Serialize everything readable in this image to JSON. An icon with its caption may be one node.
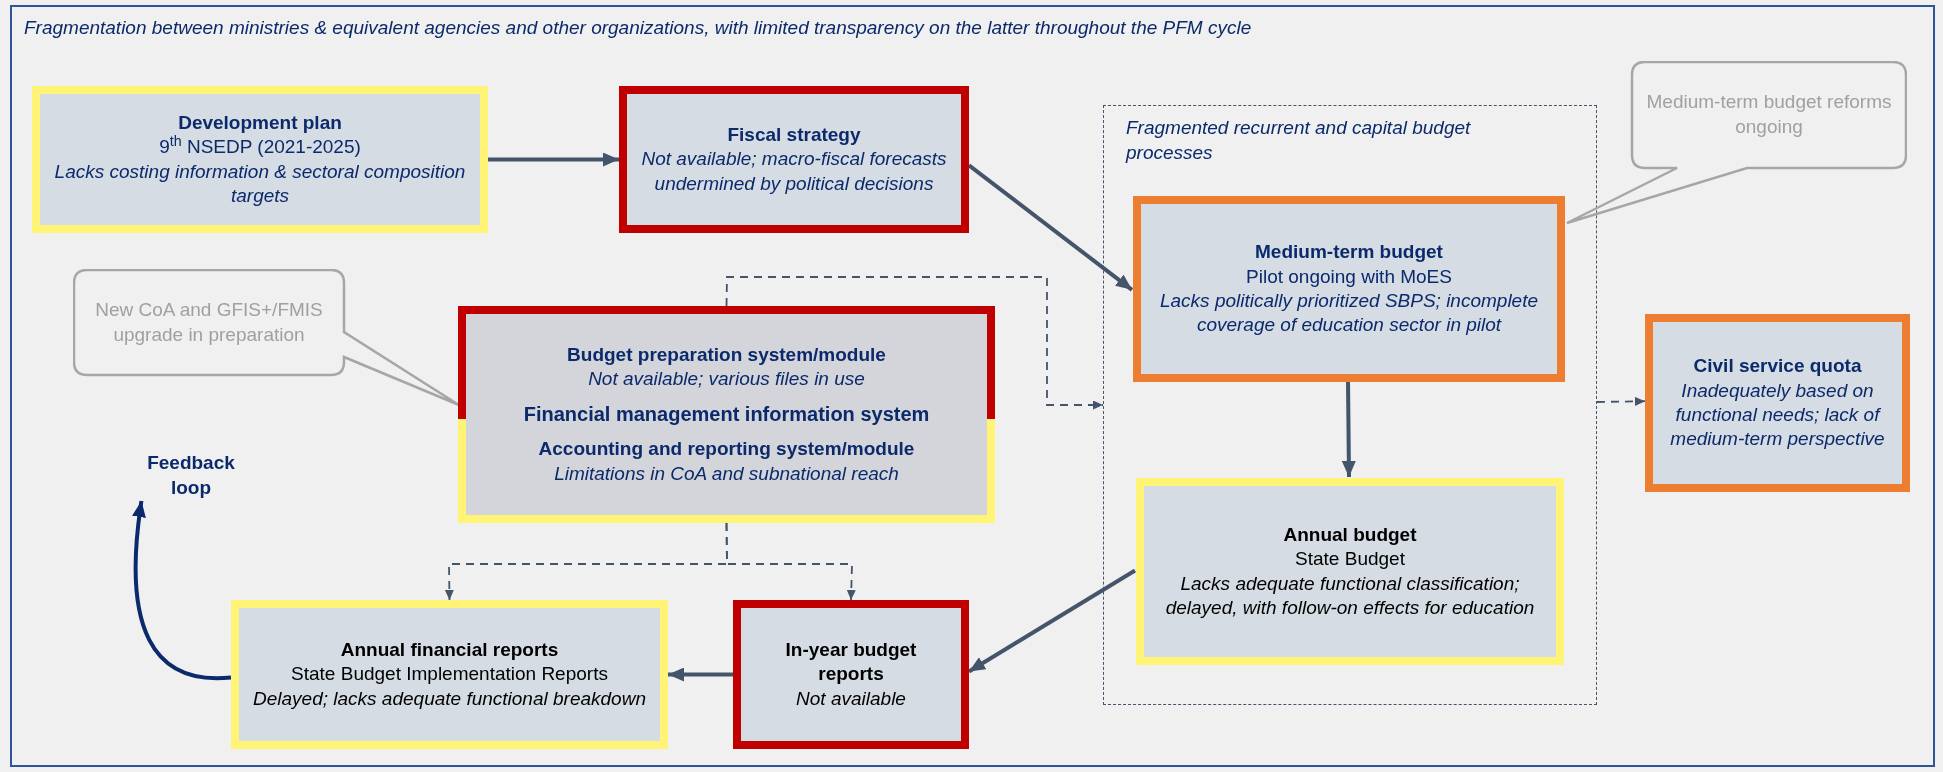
{
  "diagram": {
    "title": "Fragmentation between ministries & equivalent agencies and other organizations, with limited transparency on the latter throughout the PFM cycle",
    "nodes": [
      {
        "text": [
          "Development plan",
          "9$^{th}$ NSEDP (2021-2025)",
          "Lacks costing information & sectoral composition targets"
        ]
      },
      {
        "text": [
          "Fiscal strategy",
          "Not available; macro-fiscal forecasts undermined by political decisions"
        ]
      },
      {
        "text": [
          "New CoA and GFIS+/FMIS upgrade in preparation"
        ]
      },
      {
        "text": [
          "Budget preparation system/module",
          "Not available; various files in use",
          "Financial management information system",
          "Accounting and reporting system/module",
          "Limitations in CoA and subnational reach"
        ]
      },
      {
        "text": [
          "Fragmented recurrent and capital budget processes"
        ]
      },
      {
        "text": [
          "Medium-term budget",
          "Pilot ongoing with MoES",
          "Lacks politically prioritized SBPS; incomplete coverage of education sector in pilot"
        ],
        "in": 4
      },
      {
        "text": [
          "Civil service quota",
          "Inadequately based on functional needs; lack of medium-term perspective"
        ]
      },
      {
        "text": [
          "Medium-term budget reforms ongoing"
        ]
      },
      {
        "text": [
          "Annual budget",
          "State Budget",
          "Lacks adequate functional classification; delayed, with follow-on effects for education"
        ],
        "in": 4
      },
      {
        "text": [
          "Feedback loop"
        ]
      },
      {
        "text": [
          "Annual financial reports",
          "State Budget Implementation Reports",
          "Delayed; lacks adequate functional breakdown"
        ]
      },
      {
        "text": [
          "In-year budget reports",
          "Not available"
        ]
      }
    ],
    "edges": [
      {
        "from": 0,
        "to": 1,
        "arrow": "to"
      },
      {
        "from": 1,
        "to": 5,
        "arrow": "to"
      },
      {
        "from": 3,
        "to": 4,
        "arrow": "to",
        "style": "dashed"
      },
      {
        "from": 5,
        "to": 8,
        "arrow": "to"
      },
      {
        "from": 4,
        "to": 6,
        "arrow": "to",
        "style": "dashed"
      },
      {
        "from": 8,
        "to": 11,
        "arrow": "to"
      },
      {
        "from": 11,
        "to": 10,
        "arrow": "to"
      },
      {
        "from": 3,
        "to": 10,
        "arrow": "to",
        "style": "dashed"
      },
      {
        "from": 3,
        "to": 11,
        "arrow": "to",
        "style": "dashed"
      },
      {
        "from": 10,
        "to": 9,
        "arrow": "to",
        "color": "#0b2a6b"
      }
    ]
  }
}
